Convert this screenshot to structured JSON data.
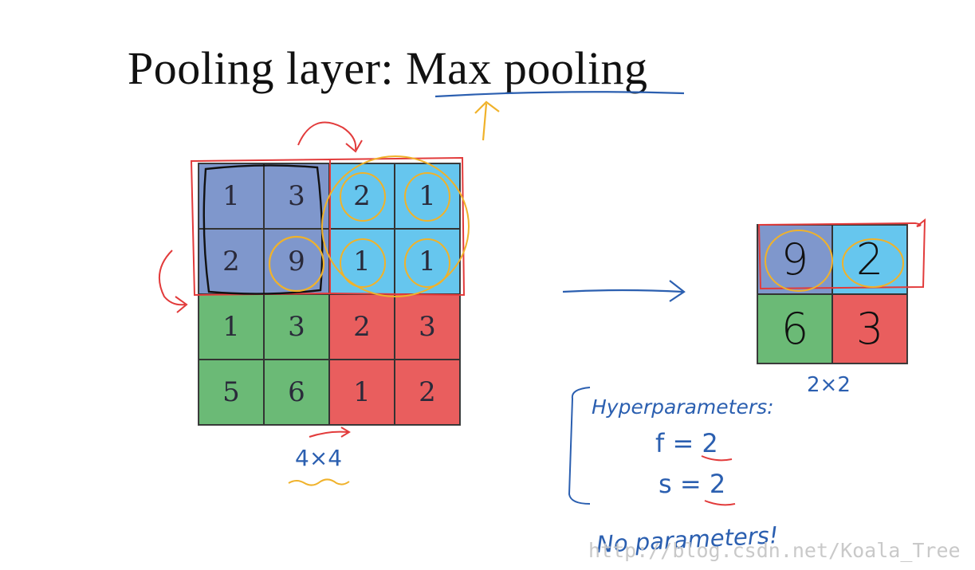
{
  "title": {
    "prefix": "Pooling layer: ",
    "emphasis": "Max pooling"
  },
  "input_matrix": {
    "label": "4×4",
    "rows": [
      [
        {
          "value": "1",
          "color": "#7f97cc"
        },
        {
          "value": "3",
          "color": "#7f97cc"
        },
        {
          "value": "2",
          "color": "#66c6ee"
        },
        {
          "value": "1",
          "color": "#66c6ee"
        }
      ],
      [
        {
          "value": "2",
          "color": "#7f97cc"
        },
        {
          "value": "9",
          "color": "#7f97cc"
        },
        {
          "value": "1",
          "color": "#66c6ee"
        },
        {
          "value": "1",
          "color": "#66c6ee"
        }
      ],
      [
        {
          "value": "1",
          "color": "#6bba76"
        },
        {
          "value": "3",
          "color": "#6bba76"
        },
        {
          "value": "2",
          "color": "#e95e5e"
        },
        {
          "value": "3",
          "color": "#e95e5e"
        }
      ],
      [
        {
          "value": "5",
          "color": "#6bba76"
        },
        {
          "value": "6",
          "color": "#6bba76"
        },
        {
          "value": "1",
          "color": "#e95e5e"
        },
        {
          "value": "2",
          "color": "#e95e5e"
        }
      ]
    ]
  },
  "output_matrix": {
    "label": "2×2",
    "rows": [
      [
        {
          "value": "9",
          "color": "#7f97cc"
        },
        {
          "value": "2",
          "color": "#66c6ee"
        }
      ],
      [
        {
          "value": "6",
          "color": "#6bba76"
        },
        {
          "value": "3",
          "color": "#e95e5e"
        }
      ]
    ]
  },
  "notes": {
    "hyperparameters": "Hyperparameters:",
    "f": "f = 2",
    "s": "s = 2",
    "no_parameters": "No parameters!"
  },
  "watermark": "http://blog.csdn.net/Koala_Tree",
  "colors": {
    "ink_blue": "#2b5fb0",
    "ink_red": "#e23b3b",
    "ink_orange": "#f0b22a",
    "ink_black": "#111111"
  }
}
